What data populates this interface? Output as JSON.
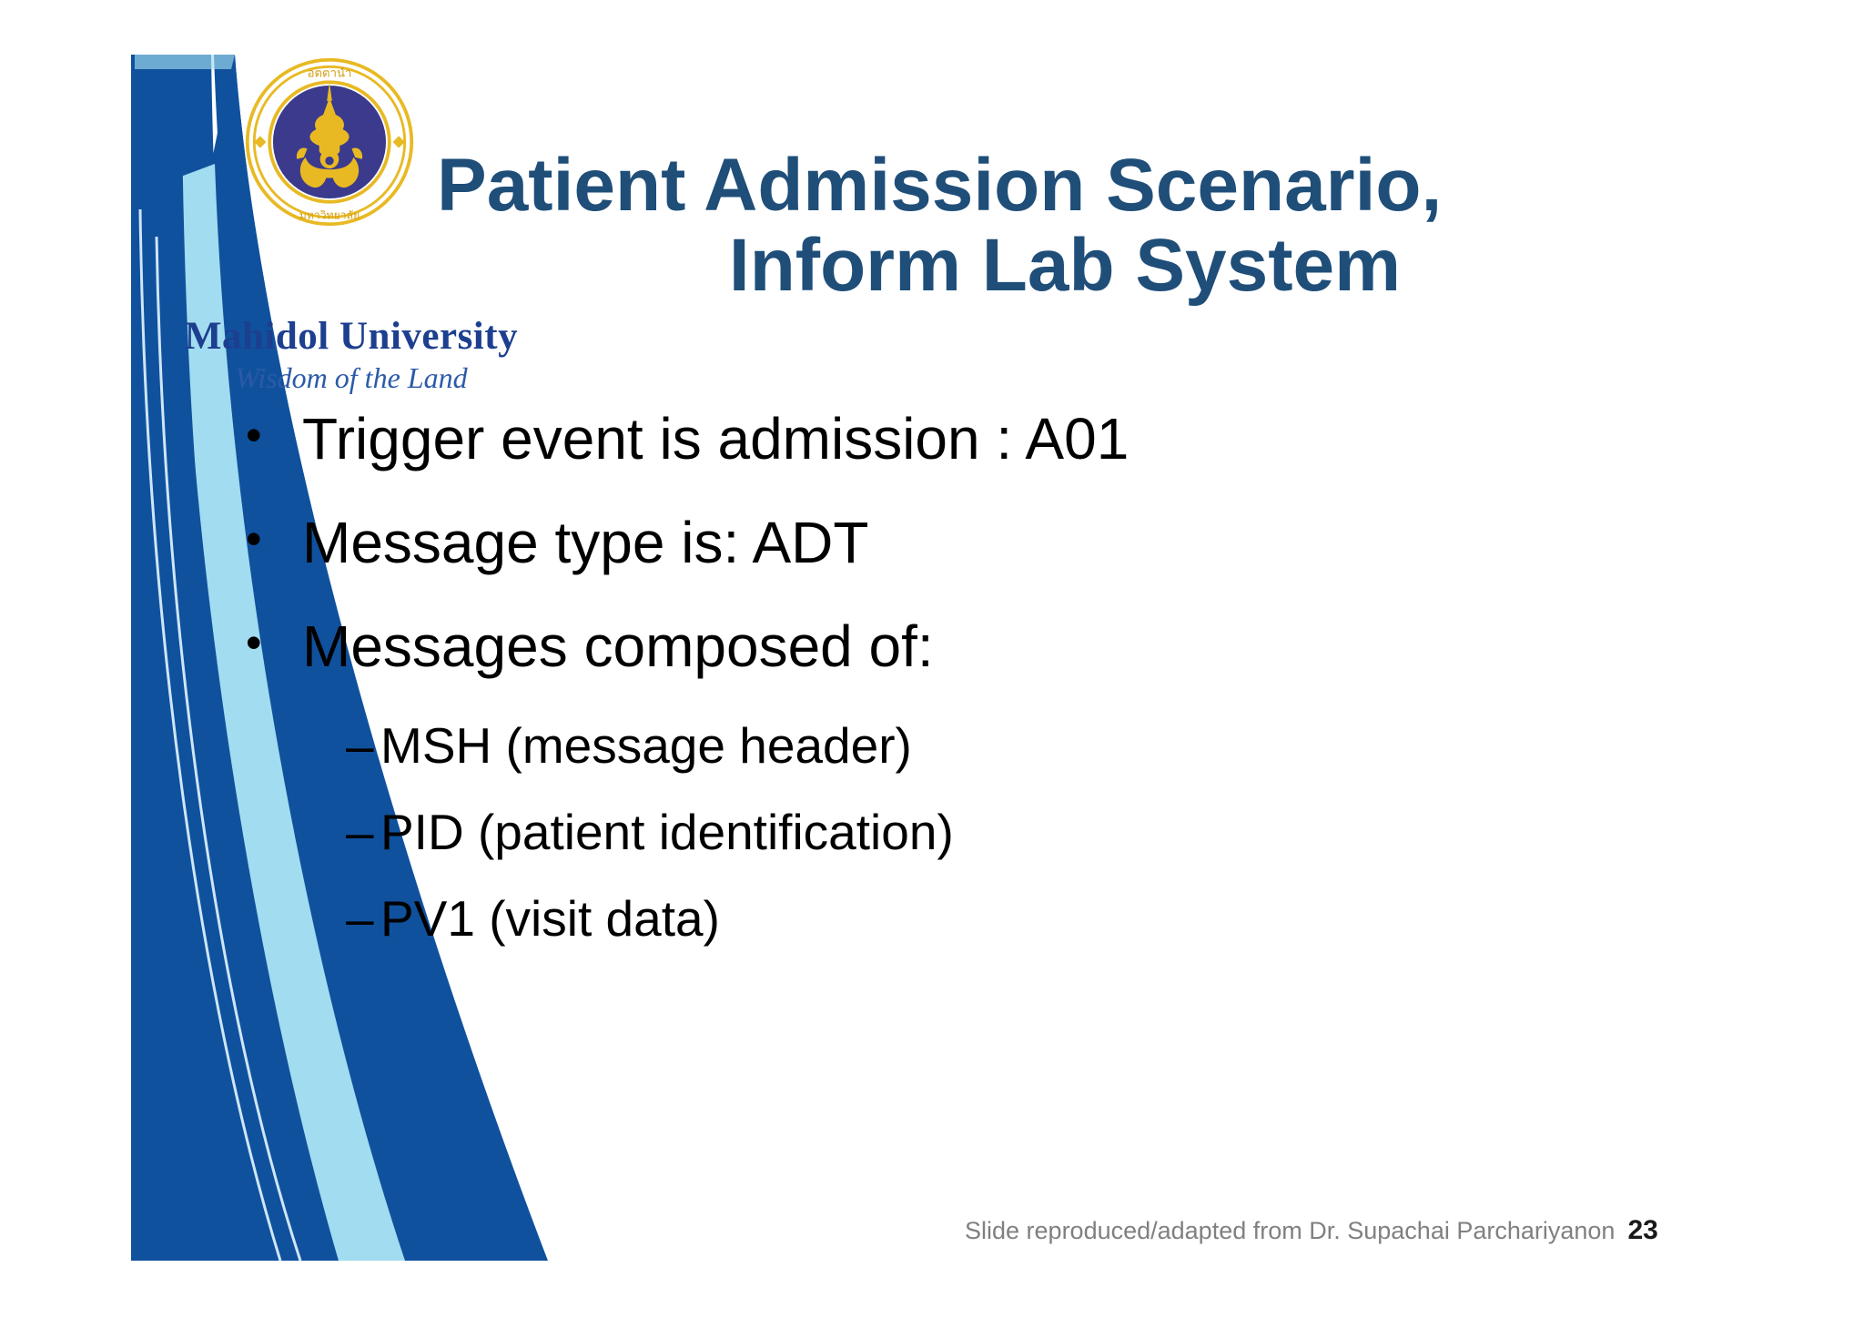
{
  "slide": {
    "title_lines": [
      "Patient Admission Scenario,",
      "Inform Lab System"
    ],
    "title_full": "Patient Admission Scenario, Inform Lab System"
  },
  "logo": {
    "seal_name": "mahidol-university-seal-icon",
    "university_name": "Mahidol University",
    "tagline": "Wisdom of the Land"
  },
  "content": {
    "bullets": [
      {
        "marker": "•",
        "text": "Trigger event is admission : A01"
      },
      {
        "marker": "•",
        "text": "Message type is: ADT"
      },
      {
        "marker": "•",
        "text": "Messages composed of:"
      }
    ],
    "sub_bullets": [
      {
        "marker": "–",
        "text": "MSH (message header)"
      },
      {
        "marker": "–",
        "text": "PID (patient identification)"
      },
      {
        "marker": "–",
        "text": "PV1 (visit data)"
      }
    ]
  },
  "footer": {
    "credit": "Slide reproduced/adapted from Dr. Supachai Parchariyanon",
    "page_number": "23"
  },
  "colors": {
    "title_blue": "#1f4e79",
    "swoosh_dark_blue": "#10519e",
    "swoosh_light_blue": "#a2dcf0",
    "logo_navy": "#1d3f8f",
    "logo_tagline_blue": "#2b5aa8",
    "seal_gold": "#e8b923",
    "seal_inner_purple": "#3b3a8c",
    "body_text": "#000000",
    "footer_gray": "#808080",
    "background": "#ffffff"
  }
}
